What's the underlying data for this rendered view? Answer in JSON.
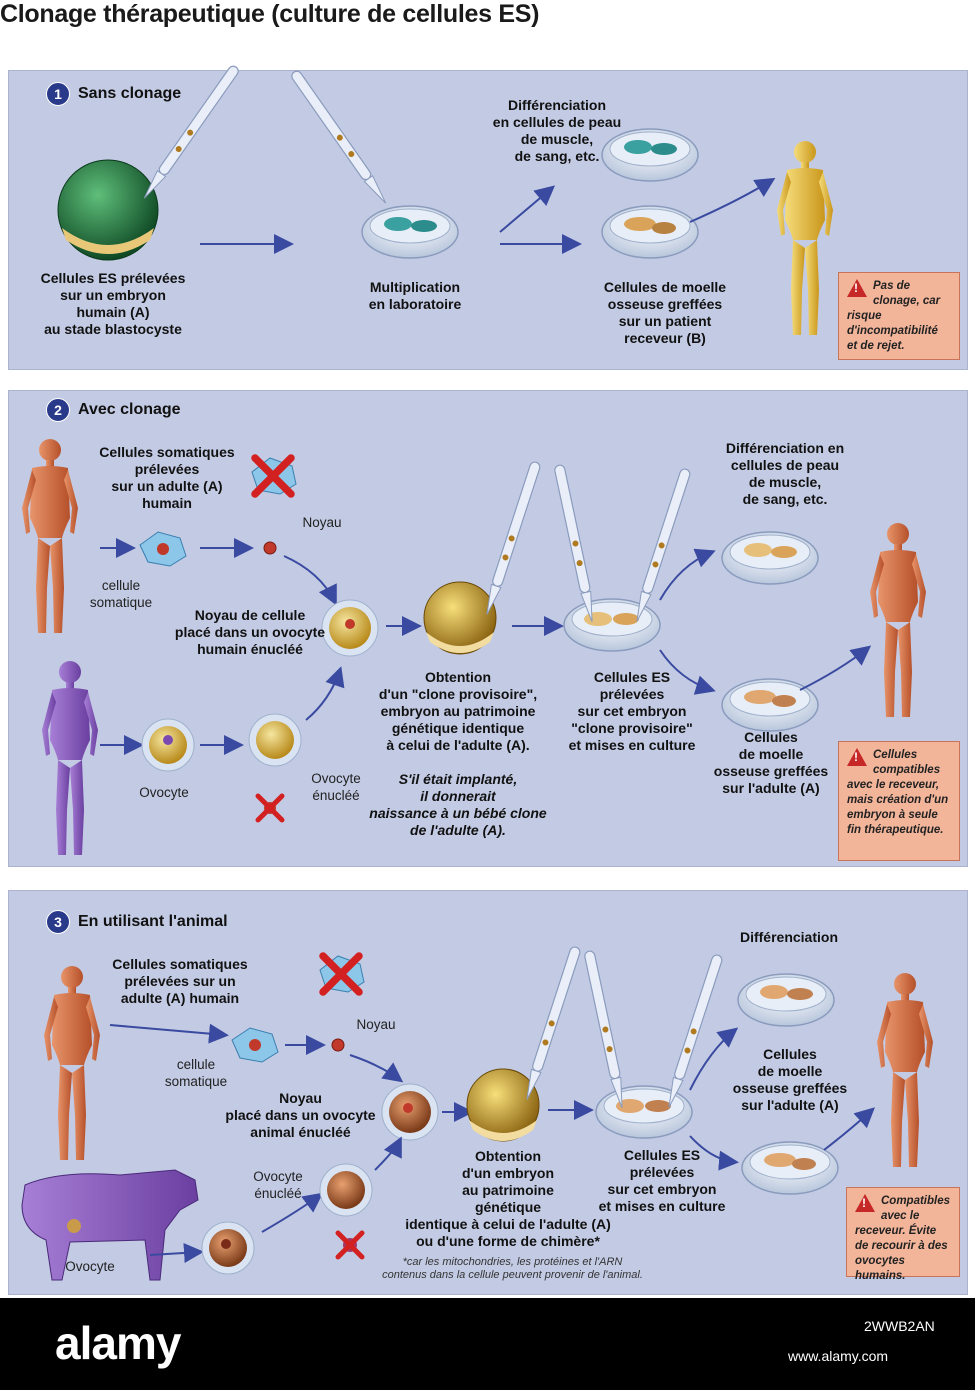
{
  "title": "Clonage thérapeutique (culture de cellules ES)",
  "panel1": {
    "number": "1",
    "heading": "Sans clonage",
    "label_es": "Cellules ES prélevées\nsur un embryon\nhumain (A)\nau stade blastocyste",
    "label_mult": "Multiplication\nen laboratoire",
    "label_diff": "Différenciation\nen cellules de peau\nde muscle,\nde sang, etc.",
    "label_moelle": "Cellules de moelle\nosseuse greffées\nsur un patient\nreceveur (B)",
    "note": "Pas de clonage, car risque d'incompatibilité et de rejet."
  },
  "panel2": {
    "number": "2",
    "heading": "Avec clonage",
    "label_soma": "Cellules somatiques\nprélevées\nsur un adulte (A)\nhumain",
    "label_noyau": "Noyau",
    "label_cellsoma": "cellule\nsomatique",
    "label_place": "Noyau de cellule\nplacé dans un ovocyte\nhumain énucléé",
    "label_ovocyte": "Ovocyte",
    "label_enucl": "Ovocyte\nénucléé",
    "label_obtention": "Obtention\nd'un \"clone provisoire\",\nembryon au patrimoine\ngénétique identique\nà celui de l'adulte (A).",
    "label_obtention_it": "S'il était implanté,\nil donnerait\nnaissance à un bébé clone\nde l'adulte (A).",
    "label_es": "Cellules ES\nprélevées\nsur cet embryon\n\"clone provisoire\"\net mises en culture",
    "label_diff": "Différenciation en\ncellules de peau\nde muscle,\nde sang, etc.",
    "label_moelle": "Cellules\nde moelle\nosseuse greffées\nsur l'adulte (A)",
    "note": "Cellules compatibles avec le receveur, mais création d'un embryon à seule fin thérapeutique."
  },
  "panel3": {
    "number": "3",
    "heading": "En utilisant l'animal",
    "label_soma": "Cellules somatiques\nprélevées sur un\nadulte (A) humain",
    "label_noyau": "Noyau",
    "label_cellsoma": "cellule\nsomatique",
    "label_place": "Noyau\nplacé dans un ovocyte\nanimal énucléé",
    "label_enucl": "Ovocyte\nénucléé",
    "label_ovocyte": "Ovocyte",
    "label_obtention": "Obtention\nd'un embryon\nau patrimoine\ngénétique\nidentique à celui de l'adulte (A)\nou d'une forme de chimère*",
    "label_footnote": "*car les mitochondries, les protéines et l'ARN\ncontenus dans la cellule peuvent provenir de l'animal.",
    "label_es": "Cellules ES\nprélevées\nsur cet embryon\net mises en culture",
    "label_diff": "Différenciation",
    "label_moelle": "Cellules\nde moelle\nosseuse greffées\nsur l'adulte (A)",
    "note": "Compatibles avec le receveur. Évite de recourir à des ovocytes humains."
  },
  "footer": {
    "brand": "alamy",
    "image_id": "2WWB2AN",
    "url": "www.alamy.com"
  },
  "colors": {
    "panel_bg": "#c3cbe4",
    "arrow": "#3a4aa0",
    "note_bg": "#f3b59a",
    "warn": "#c62828",
    "human_skin": "#d9744a",
    "human_gold": "#e8c14a",
    "human_purple": "#8a5db8",
    "embryo_green": "#1f6b3a",
    "embryo_gold": "#c99a1a",
    "cross_red": "#d32020"
  }
}
